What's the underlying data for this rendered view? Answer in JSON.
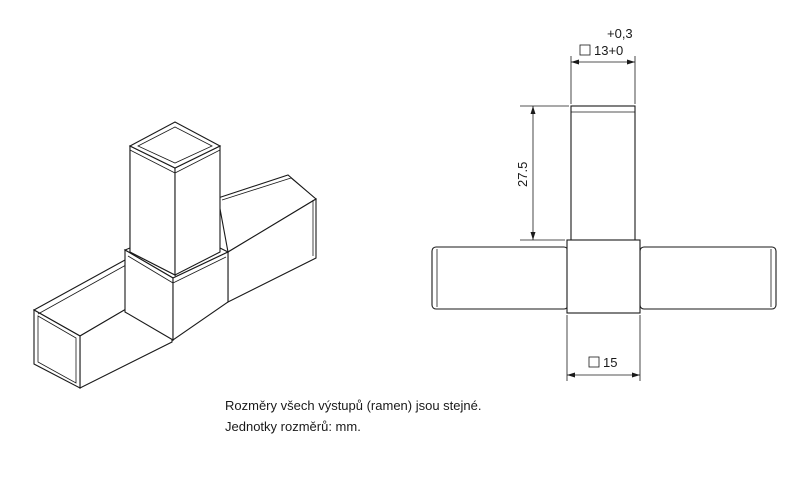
{
  "dimensions": {
    "tolerance_label": "+0,3",
    "top_width_label": "13+0",
    "height_label": "27.5",
    "bottom_width_label": "15"
  },
  "notes": {
    "line1": "Rozměry všech výstupů (ramen) jsou stejné.",
    "line2": "Jednotky rozměrů: mm."
  },
  "icons": {
    "square_symbol": "square-dimension-icon"
  }
}
